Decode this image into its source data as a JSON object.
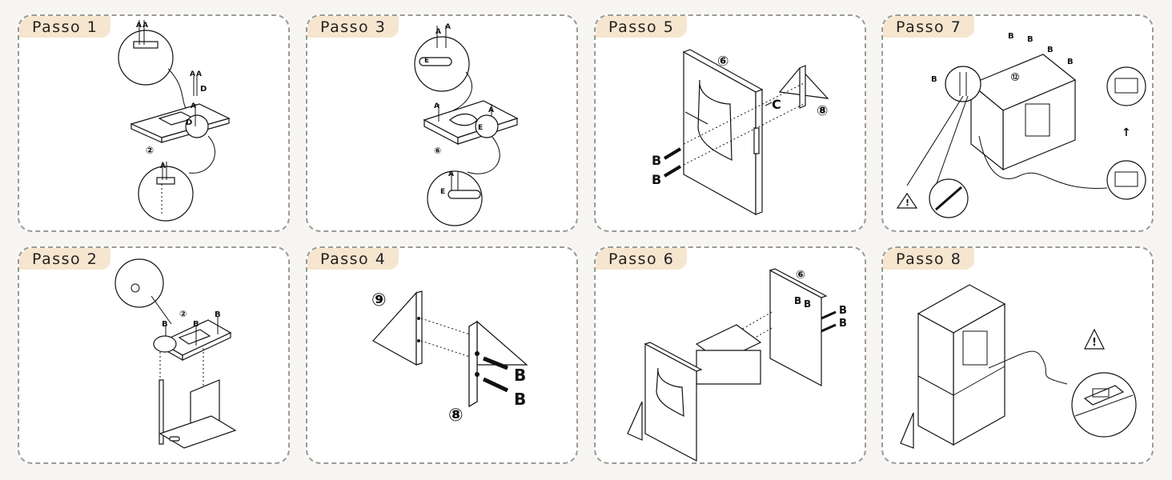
{
  "steps": [
    {
      "label": "Passo 1",
      "parts": [
        "②"
      ],
      "screws": [
        "A",
        "A",
        "D"
      ]
    },
    {
      "label": "Passo 2",
      "parts": [
        "②"
      ],
      "screws": [
        "B"
      ]
    },
    {
      "label": "Passo 3",
      "parts": [
        "⑥"
      ],
      "screws": [
        "A",
        "E"
      ]
    },
    {
      "label": "Passo 4",
      "parts": [
        "⑨",
        "⑧"
      ],
      "screws": [
        "B",
        "B"
      ]
    },
    {
      "label": "Passo 5",
      "parts": [
        "⑥",
        "⑧"
      ],
      "screws": [
        "B",
        "B",
        "C"
      ]
    },
    {
      "label": "Passo 6",
      "parts": [
        "⑥"
      ],
      "screws": [
        "B",
        "B"
      ]
    },
    {
      "label": "Passo 7",
      "parts": [
        "⑫"
      ],
      "screws": [
        "B"
      ]
    },
    {
      "label": "Passo 8",
      "parts": [],
      "screws": []
    }
  ],
  "icons": {
    "warning": "warning-triangle-icon"
  }
}
